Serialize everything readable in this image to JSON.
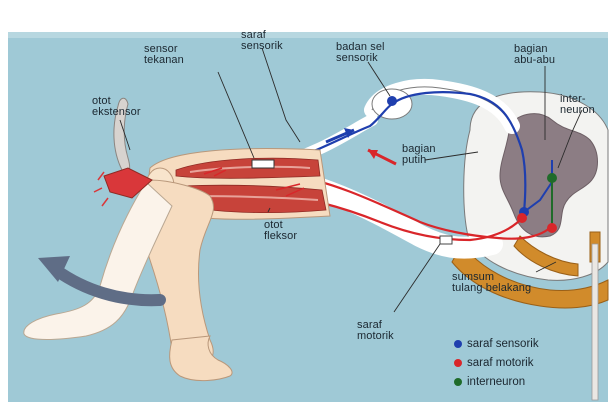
{
  "labels": {
    "saraf_sensorik_top": "saraf\nsensorik",
    "sensor_tekanan": "sensor\ntekanan",
    "badan_sel_sensorik": "badan sel\nsensorik",
    "bagian_abu_abu": "bagian\nabu-abu",
    "otot_ekstensor": "otot\nekstensor",
    "interneuron_label": "inter-\nneuron",
    "bagian_putih": "bagian\nputih",
    "otot_fleksor": "otot\nfleksor",
    "sumsum_tulang_belakang": "sumsum\ntulang belakang",
    "saraf_motorik": "saraf\nmotorik"
  },
  "legend": [
    {
      "label": "saraf sensorik",
      "color": "#1f3fae",
      "icon": "blue-dot-icon"
    },
    {
      "label": "saraf motorik",
      "color": "#d9262a",
      "icon": "red-dot-icon"
    },
    {
      "label": "interneuron",
      "color": "#1f6b2a",
      "icon": "green-dot-icon"
    }
  ],
  "colors": {
    "background": "#9fc9d6",
    "sensory_nerve": "#1f3fae",
    "motor_nerve": "#d9262a",
    "interneuron": "#1f6b2a",
    "skin": "#f6dcc0",
    "muscle": "#c7433a",
    "grey_matter": "#8c7d84",
    "spine_bone": "#d18b2b"
  }
}
